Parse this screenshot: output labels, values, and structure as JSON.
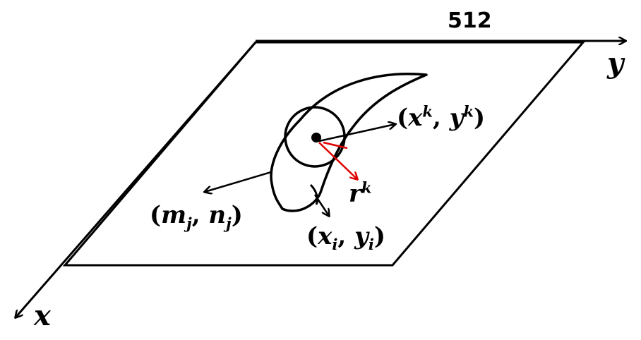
{
  "axes": {
    "size_label": "512",
    "y_label": "y",
    "x_label": "x"
  },
  "labels": {
    "centroid": {
      "open": "(",
      "a": "x",
      "a_sup": "k",
      "sep": ", ",
      "b": "y",
      "b_sup": "k",
      "close": ")"
    },
    "radius": {
      "base": "r",
      "sup": "k"
    },
    "point_mn": {
      "open": "(",
      "a": "m",
      "a_sub": "j",
      "sep": ", ",
      "b": "n",
      "b_sub": "j",
      "close": ")"
    },
    "point_xy": {
      "open": "(",
      "a": "x",
      "a_sub": "i",
      "sep": ", ",
      "b": "y",
      "b_sub": "i",
      "close": ")"
    }
  },
  "colors": {
    "stroke": "#000000",
    "radius_arrow": "#e00000"
  }
}
